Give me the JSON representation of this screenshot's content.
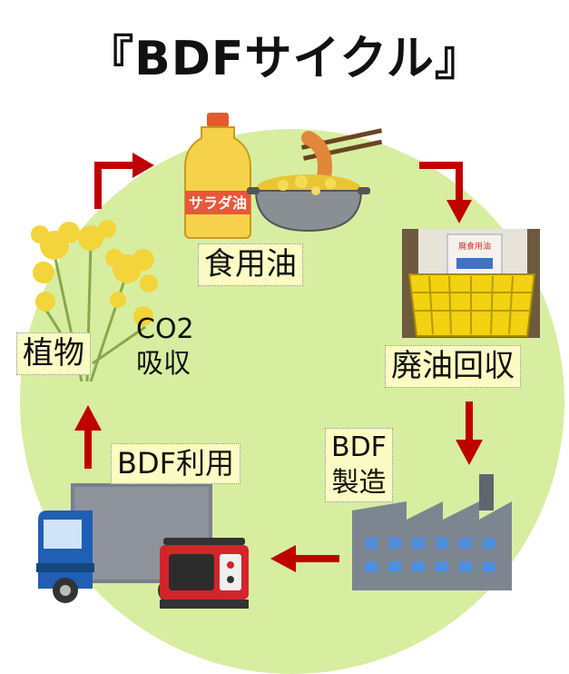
{
  "title": "『BDFサイクル』",
  "labels": {
    "cooking_oil": "食用油",
    "waste_oil_collection": "廃油回収",
    "bdf_production_line1": "BDF",
    "bdf_production_line2": "製造",
    "bdf_use": "BDF利用",
    "plants": "植物",
    "co2_line1": "CO2",
    "co2_line2": "吸収"
  },
  "oil_bottle_label": "サラダ油",
  "bin_sign_line1": "廃食用油",
  "colors": {
    "circle": "#d7eea1",
    "arrow": "#c00000",
    "label_bg": "#fdfbc4"
  },
  "icons": [
    "salad-oil-bottle-icon",
    "frying-pot-icon",
    "waste-oil-bin-icon",
    "factory-icon",
    "truck-icon",
    "generator-icon",
    "rapeseed-flower-icon"
  ]
}
